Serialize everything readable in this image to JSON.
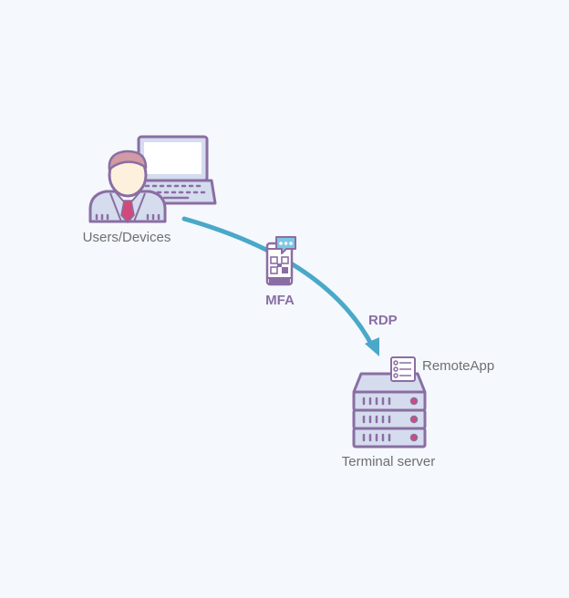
{
  "nodes": {
    "users": {
      "label": "Users/Devices",
      "icon": "user-laptop-icon"
    },
    "mfa": {
      "label": "MFA",
      "icon": "phone-qr-icon"
    },
    "server": {
      "label": "Terminal server",
      "icon": "server-rack-icon"
    },
    "remoteapp": {
      "label": "RemoteApp",
      "icon": "app-list-icon"
    }
  },
  "connection": {
    "label": "RDP",
    "color": "#4aa8c8"
  },
  "colors": {
    "outline": "#8a6ea3",
    "fill_light": "#d4dcee",
    "skin": "#fdf1dd",
    "hair": "#d19aa4",
    "tie": "#cf4a7b",
    "background": "#f5f8fc"
  }
}
